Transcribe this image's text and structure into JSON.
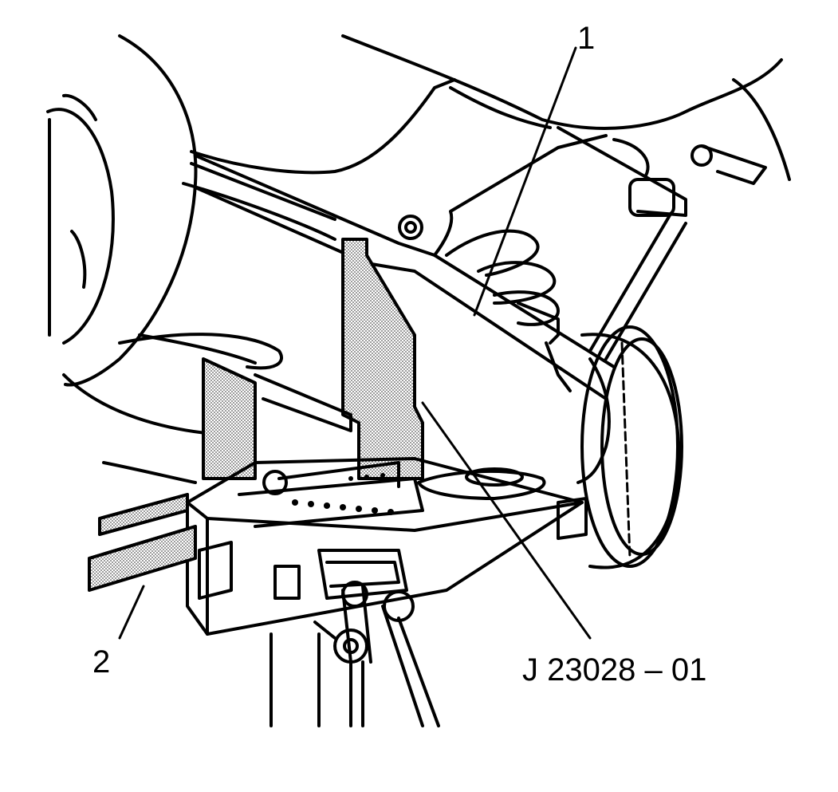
{
  "callouts": {
    "item_1": "1",
    "item_2": "2",
    "tool_number": "J 23028 – 01"
  },
  "colors": {
    "line": "#000000",
    "background": "#ffffff",
    "stipple": "#c8c8c8"
  }
}
